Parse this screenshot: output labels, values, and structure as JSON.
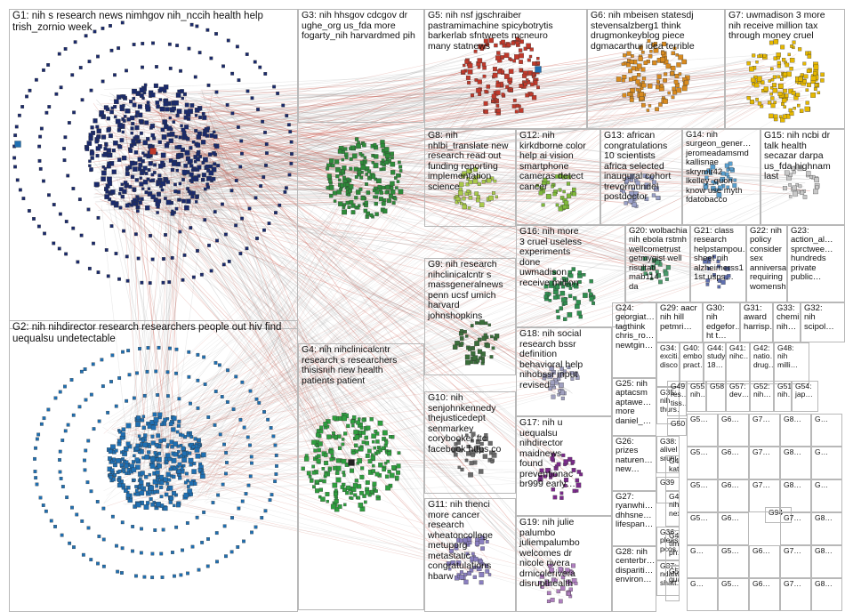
{
  "image_kind": "network graph (NodeXL clustered layout)",
  "groups": [
    {
      "id": "g1",
      "text": "G1: nih s research news nimhgov nih_nccih health help\ntrish_zornio week",
      "color": "#1a2a6c"
    },
    {
      "id": "g2",
      "text": "G2: nih nihdirector research researchers people out hiv find\nuequalsu undetectable",
      "color": "#1f6fb2"
    },
    {
      "id": "g3",
      "text": "G3: nih hhsgov cdcgov dr\nughe_org us_fda more\nfogarty_nih harvardmed pih",
      "color": "#2e8b3a"
    },
    {
      "id": "g4",
      "text": "G4: nih nihclinicalcntr\nresearch s researchers\nthisisnih new health\npatients patient",
      "color": "#2e9e3e"
    },
    {
      "id": "g5",
      "text": "G5: nih nsf jgschraiber\npastramimachine spicybotrytis\nbarkerlab sfntweets mcneuro\nmany statnews",
      "color": "#c0392b"
    },
    {
      "id": "g6",
      "text": "G6: nih mbeisen statesdj\nstevensalzberg1 think\ndrugmonkeyblog piece\ndgmacarthur idea terrible",
      "color": "#d98b1f"
    },
    {
      "id": "g7",
      "text": "G7: uwmadison 3 more\nnih receive million tax\nthrough money cruel",
      "color": "#e6b800"
    },
    {
      "id": "g8",
      "text": "G8: nih\nnhlbi_translate new\nresearch read out\nfunding reporting\nimplementation\nscience",
      "color": "#a8c94a"
    },
    {
      "id": "g9",
      "text": "G9: nih research\nnihclinicalcntr s\nmassgeneralnews\npenn ucsf umich\nharvard\njohnshopkins",
      "color": "#3a6e3a"
    },
    {
      "id": "g10",
      "text": "G10: nih\nsenjohnkennedy\nthejusticedept\nsenmarkey\ncorybooker ftc\nfacebook https co",
      "color": "#6a6a6a"
    },
    {
      "id": "g11",
      "text": "G11: nih thenci\nmore cancer\nresearch\nwheatoncollege\nmetuporg\nmetastatic\ncongratulations\nhbarw",
      "color": "#8a7fc0"
    },
    {
      "id": "g12",
      "text": "G12: nih\nkirkdborne color\nhelp ai vision\nsmartphone\ncameras detect\ncancer",
      "color": "#7fb93a"
    },
    {
      "id": "g13",
      "text": "G13: african\ncongratulations\n10 scientists\nafrica selected\ninaugural cohort\ntrevormundel\npostdoctor",
      "color": "#9aa0c8"
    },
    {
      "id": "g14",
      "text": "G14: nih\nsurgeon_gener…\njeromeadamsmd\nkallisnae\nskrymir42\nlkelley_quon\nknow use myth\nfdatobacco",
      "color": "#5aa0d0"
    },
    {
      "id": "g15",
      "text": "G15: nih ncbi dr\ntalk health\nsecazar darpa\nus_fda highnam\nlast",
      "color": "#c8c8c8"
    },
    {
      "id": "g16",
      "text": "G16: nih more\n3 cruel useless\nexperiments\ndone\nuwmadison\nreceive million",
      "color": "#2f8f4f"
    },
    {
      "id": "g17",
      "text": "G17: nih u\nuequalsu\nnihdirector\nmaidnews\nfound\npreventionac\nbr999 early…",
      "color": "#7a2a8a"
    },
    {
      "id": "g18",
      "text": "G18: nih social\nresearch bssr\ndefinition\nbehavioral help\nnihobssr input\nrevised",
      "color": "#a0a0c0"
    },
    {
      "id": "g19",
      "text": "G19: nih julie\npalumbo\njuliempalumbo\nwelcomes dr\nnicole rivera\ndrnicolerivera\ndisrupthealth",
      "color": "#b080c0"
    },
    {
      "id": "g20",
      "text": "G20: wolbachia\nnih ebola rstmh\nwellcometrust\ngetmygist well\nrisultati mab114\nda",
      "color": "#4a9a6a"
    },
    {
      "id": "g21",
      "text": "G21: class\nresearch\nhelpstampou…\nsheet nih\nalzheimerss1\n1st usps…",
      "color": "#6070b0"
    },
    {
      "id": "g22",
      "text": "G22: nih\npolicy\nconsider sex\nanniversary\nrequiring\nwomenshe…",
      "color": "#a0a0a0"
    },
    {
      "id": "g23",
      "text": "G23:\naction_al…\nsprctwee…\nhundreds\nprivate\npublic…",
      "color": "#a0a0a0"
    },
    {
      "id": "g24",
      "text": "G24:\ngeorgiat…\ntagthink\nchris_ro…\nnewtgin…",
      "color": "#b0b0b0"
    },
    {
      "id": "g25",
      "text": "G25: nih\naptacsm\naptawe…\nmore\ndaniel_…",
      "color": "#b0b0b0"
    },
    {
      "id": "g26",
      "text": "G26:\nprizes\nnaturen…\nnew…",
      "color": "#b0b0b0"
    },
    {
      "id": "g27",
      "text": "G27:\nryanwhi…\ndhhsne…\nlifespan…",
      "color": "#b0b0b0"
    },
    {
      "id": "g28",
      "text": "G28: nih\ncenterbr…\ndispariti…\nenviron…",
      "color": "#b0b0b0"
    },
    {
      "id": "g29",
      "text": "G29: aacr\nnih hill\npetmri…",
      "color": "#b0b0b0"
    },
    {
      "id": "g30",
      "text": "G30: nih\nedgefor…\nht t…",
      "color": "#b0b0b0"
    },
    {
      "id": "g31",
      "text": "G31:\naward\nharrisp…",
      "color": "#b0b0b0"
    },
    {
      "id": "g32",
      "text": "G32:\nnih\nscipol…",
      "color": "#b0b0b0"
    },
    {
      "id": "g33",
      "text": "G33:\nchemi…\nnih…",
      "color": "#b0b0b0"
    },
    {
      "id": "g34",
      "text": "G34:\nexciti…\ndisco…",
      "color": "#b0b0b0"
    },
    {
      "id": "g35",
      "text": "G35:\nnih\nthurs…",
      "color": "#b0b0b0"
    },
    {
      "id": "g36",
      "text": "G36:\nplease\npcos…",
      "color": "#b0b0b0"
    },
    {
      "id": "g37",
      "text": "G37:\nndafw\nshatt…",
      "color": "#b0b0b0"
    },
    {
      "id": "g38",
      "text": "G38:\nalivel\nsruhl",
      "color": "#b0b0b0"
    },
    {
      "id": "g39",
      "text": "G39",
      "color": "#b0b0b0"
    },
    {
      "id": "g40",
      "text": "G40:\nembo\npract…",
      "color": "#b0b0b0"
    },
    {
      "id": "g41",
      "text": "G41:\nnihc…",
      "color": "#b0b0b0"
    },
    {
      "id": "g42",
      "text": "G42:\nnatio…\ndrug…",
      "color": "#b0b0b0"
    },
    {
      "id": "g43",
      "text": "G43:\njakar…\nnaca…",
      "color": "#b0b0b0"
    },
    {
      "id": "g44",
      "text": "G44:\nstudy\n18…",
      "color": "#b0b0b0"
    },
    {
      "id": "g45",
      "text": "G45:\nkata",
      "color": "#b0b0b0"
    },
    {
      "id": "g46",
      "text": "G46:\nnih\nnex…",
      "color": "#b0b0b0"
    },
    {
      "id": "g47",
      "text": "G47:\ntime\nph…",
      "color": "#b0b0b0"
    },
    {
      "id": "g48",
      "text": "G48:\nnih\nmilli…",
      "color": "#b0b0b0"
    },
    {
      "id": "g49",
      "text": "G49:\nres…\ntiss…",
      "color": "#b0b0b0"
    },
    {
      "id": "g50",
      "text": "G50",
      "color": "#b0b0b0"
    },
    {
      "id": "g51",
      "text": "G51:\nnih…",
      "color": "#b0b0b0"
    },
    {
      "id": "g52",
      "text": "G52:\nnih…",
      "color": "#b0b0b0"
    },
    {
      "id": "g54",
      "text": "G54:\njap…",
      "color": "#b0b0b0"
    },
    {
      "id": "g55",
      "text": "G55:\nnih…",
      "color": "#b0b0b0"
    },
    {
      "id": "g56",
      "text": "G56:\nqua…",
      "color": "#b0b0b0"
    },
    {
      "id": "g57",
      "text": "G57:\ndev…",
      "color": "#b0b0b0"
    },
    {
      "id": "g58",
      "text": "G58",
      "color": "#b0b0b0"
    },
    {
      "id": "g94",
      "text": "G94",
      "color": "#b0b0b0"
    }
  ],
  "small_labels": {
    "g5x": "G5…",
    "g6x": "G6…",
    "g7x": "G7…",
    "g8x": "G8…",
    "gx": "G…"
  }
}
